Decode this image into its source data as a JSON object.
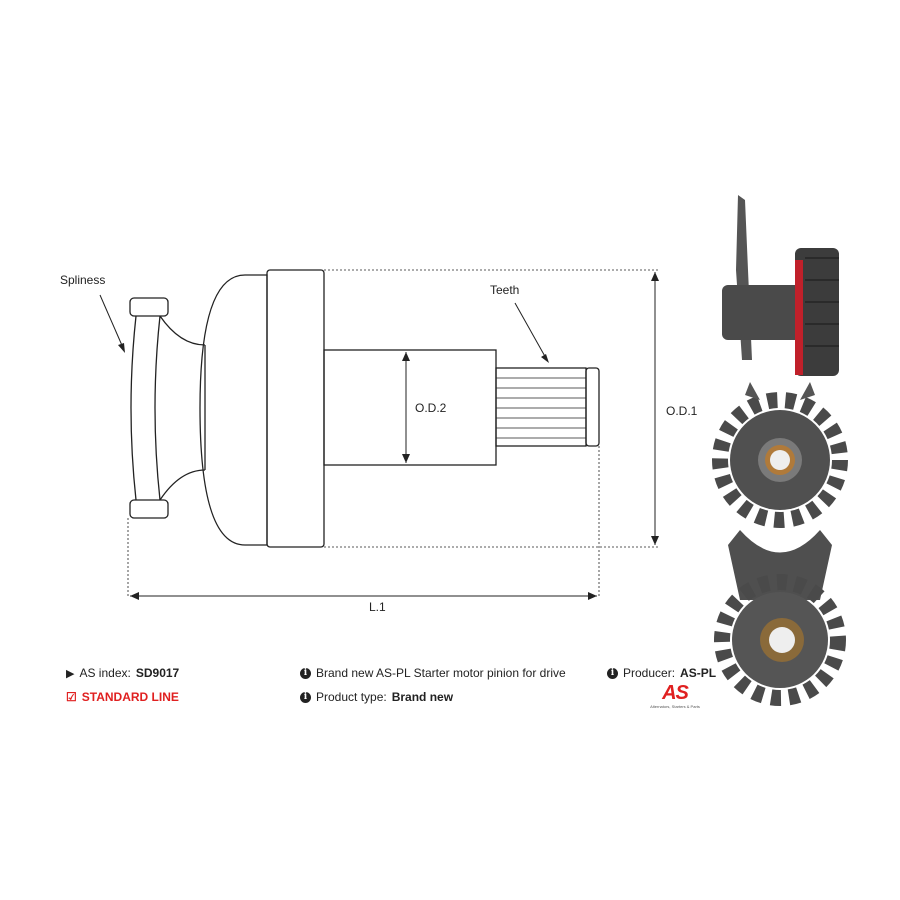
{
  "diagram": {
    "labels": {
      "spliness": "Spliness",
      "teeth": "Teeth",
      "od2": "O.D.2",
      "od1": "O.D.1",
      "l1": "L.1"
    }
  },
  "info": {
    "as_index_label": "AS index:",
    "as_index_value": "SD9017",
    "line": "STANDARD LINE",
    "description": "Brand new AS-PL Starter motor pinion for drive",
    "product_type_label": "Product type:",
    "product_type_value": "Brand new",
    "producer_label": "Producer:",
    "producer_value": "AS-PL"
  },
  "logo": {
    "text": "AS",
    "tagline": "Alternators, Starters & Parts"
  },
  "colors": {
    "accent": "#e02020",
    "text": "#222222"
  }
}
